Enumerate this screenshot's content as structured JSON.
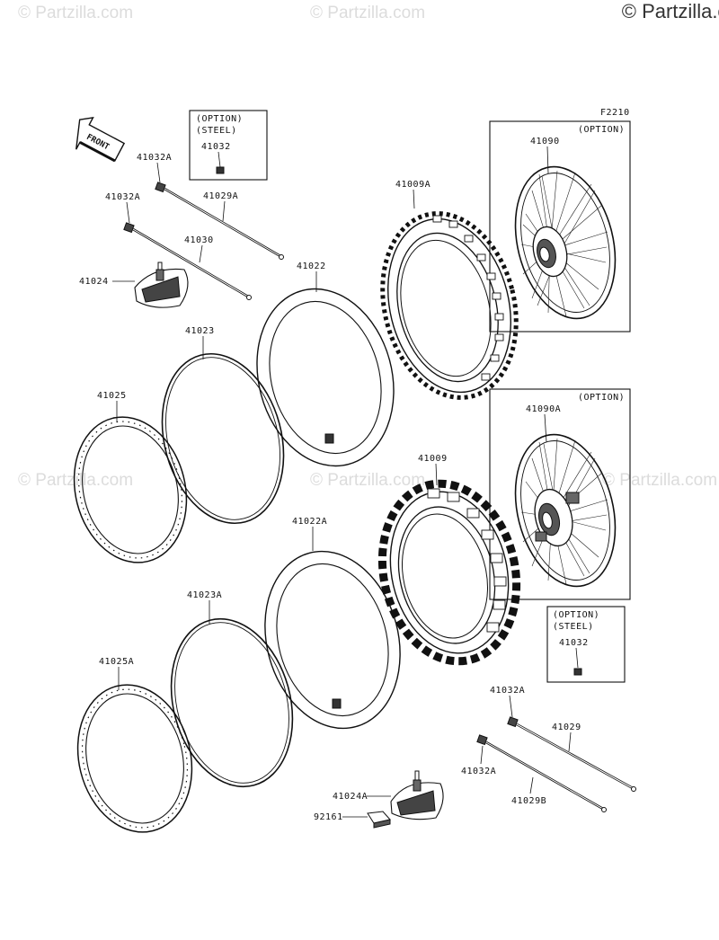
{
  "copyright": "© Partzilla.com",
  "watermark": "© Partzilla.com",
  "figure_code": "F2210",
  "front_label": "FRONT",
  "option_boxes": [
    {
      "line1": "(OPTION)",
      "line2": "(STEEL)",
      "part": "41032"
    },
    {
      "line1": "(OPTION)",
      "part": "41090"
    },
    {
      "line1": "(OPTION)",
      "part": "41090A"
    },
    {
      "line1": "(OPTION)",
      "line2": "(STEEL)",
      "part": "41032"
    }
  ],
  "parts": {
    "p41032A_1": "41032A",
    "p41032A_2": "41032A",
    "p41029A": "41029A",
    "p41030": "41030",
    "p41024": "41024",
    "p41022": "41022",
    "p41023": "41023",
    "p41025": "41025",
    "p41009A": "41009A",
    "p41009": "41009",
    "p41022A": "41022A",
    "p41023A": "41023A",
    "p41025A": "41025A",
    "p41032A_3": "41032A",
    "p41032A_4": "41032A",
    "p41029": "41029",
    "p41029B": "41029B",
    "p41024A": "41024A",
    "p92161": "92161"
  }
}
